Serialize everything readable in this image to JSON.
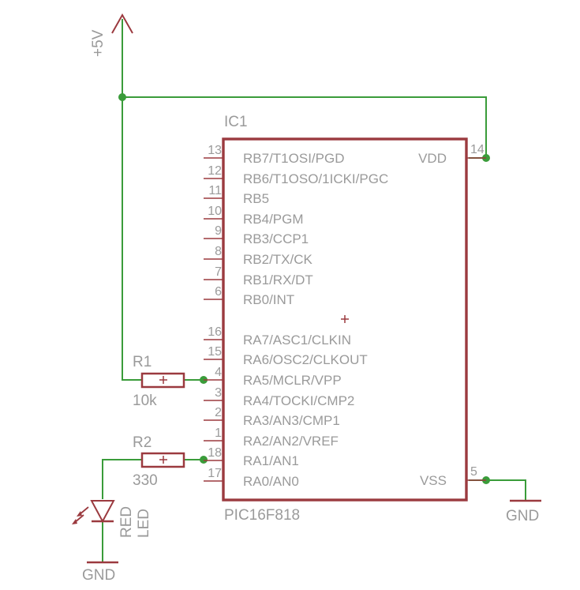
{
  "ic": {
    "ref": "IC1",
    "value": "PIC16F818",
    "pins_left": [
      {
        "num": "13",
        "name": "RB7/T1OSI/PGD"
      },
      {
        "num": "12",
        "name": "RB6/T1OSO/1ICKI/PGC"
      },
      {
        "num": "11",
        "name": "RB5"
      },
      {
        "num": "10",
        "name": "RB4/PGM"
      },
      {
        "num": "9",
        "name": "RB3/CCP1"
      },
      {
        "num": "8",
        "name": "RB2/TX/CK"
      },
      {
        "num": "7",
        "name": "RB1/RX/DT"
      },
      {
        "num": "6",
        "name": "RB0/INT"
      },
      {
        "num": "16",
        "name": "RA7/ASC1/CLKIN"
      },
      {
        "num": "15",
        "name": "RA6/OSC2/CLKOUT"
      },
      {
        "num": "4",
        "name": "RA5/MCLR/VPP"
      },
      {
        "num": "3",
        "name": "RA4/TOCKI/CMP2"
      },
      {
        "num": "2",
        "name": "RA3/AN3/CMP1"
      },
      {
        "num": "1",
        "name": "RA2/AN2/VREF"
      },
      {
        "num": "18",
        "name": "RA1/AN1"
      },
      {
        "num": "17",
        "name": "RA0/AN0"
      }
    ],
    "pin_vdd": {
      "num": "14",
      "name": "VDD"
    },
    "pin_vss": {
      "num": "5",
      "name": "VSS"
    }
  },
  "r1": {
    "ref": "R1",
    "value": "10k"
  },
  "r2": {
    "ref": "R2",
    "value": "330"
  },
  "led": {
    "ref": "RED",
    "value": "LED"
  },
  "supply": {
    "label": "+5V"
  },
  "ground": {
    "right": "GND",
    "left": "GND"
  },
  "colors": {
    "symbol": "#9b3a3f",
    "wire": "#3a9c3a",
    "text": "#9a9a9a"
  }
}
